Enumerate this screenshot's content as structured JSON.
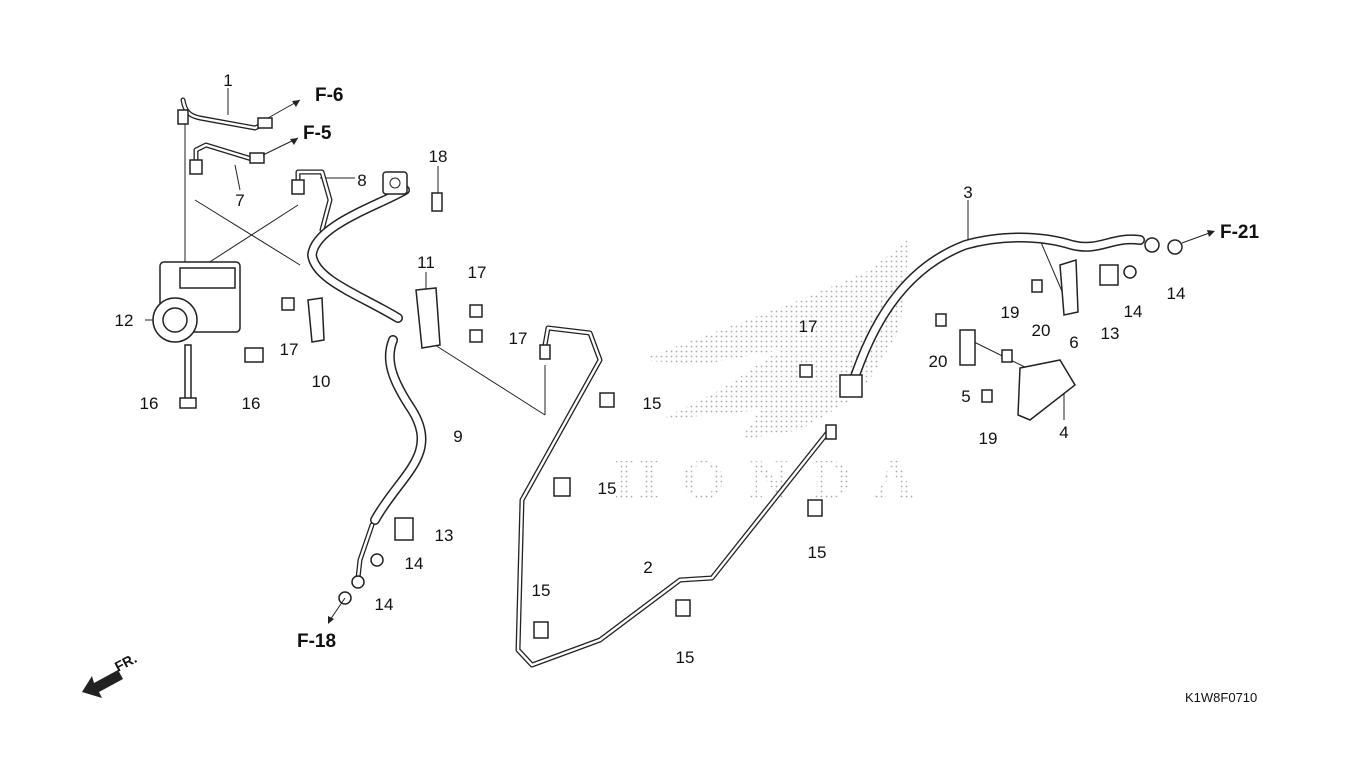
{
  "diagram": {
    "code": "K1W8F0710",
    "front_marker": "FR.",
    "watermark": "HONDA",
    "references": [
      "F-6",
      "F-5",
      "F-21",
      "F-18"
    ],
    "labels": [
      "1",
      "7",
      "8",
      "18",
      "3",
      "14",
      "14",
      "13",
      "20",
      "6",
      "19",
      "20",
      "5",
      "19",
      "4",
      "17",
      "11",
      "17",
      "17",
      "12",
      "17",
      "10",
      "16",
      "16",
      "9",
      "15",
      "15",
      "15",
      "13",
      "14",
      "14",
      "2",
      "15",
      "15"
    ]
  }
}
